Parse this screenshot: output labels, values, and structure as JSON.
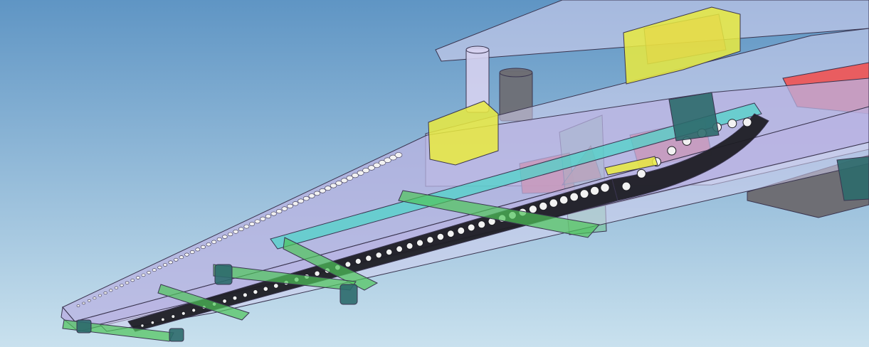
{
  "scene": {
    "type": "cad-render",
    "colors": {
      "sky_top": "#5f95c4",
      "sky_bottom": "#c9e1ee",
      "frame": "#b9b3e2",
      "frame_edge": "#3a3550",
      "rail_light": "#d6d2f0",
      "chain_dark": "#1e1e24",
      "chain_link": "#f2f2f2",
      "bracket_green": "#4fc45a",
      "block_yellow": "#e9ea3e",
      "block_red": "#ef5252",
      "roller_teal": "#2c6a6c",
      "guide_cyan": "#48d6c8",
      "base_gray": "#6e6e74"
    },
    "counts": {
      "rail_holes": 60,
      "chain_links": 46,
      "curve_links": 9,
      "brackets": 5,
      "feet": 4
    }
  }
}
